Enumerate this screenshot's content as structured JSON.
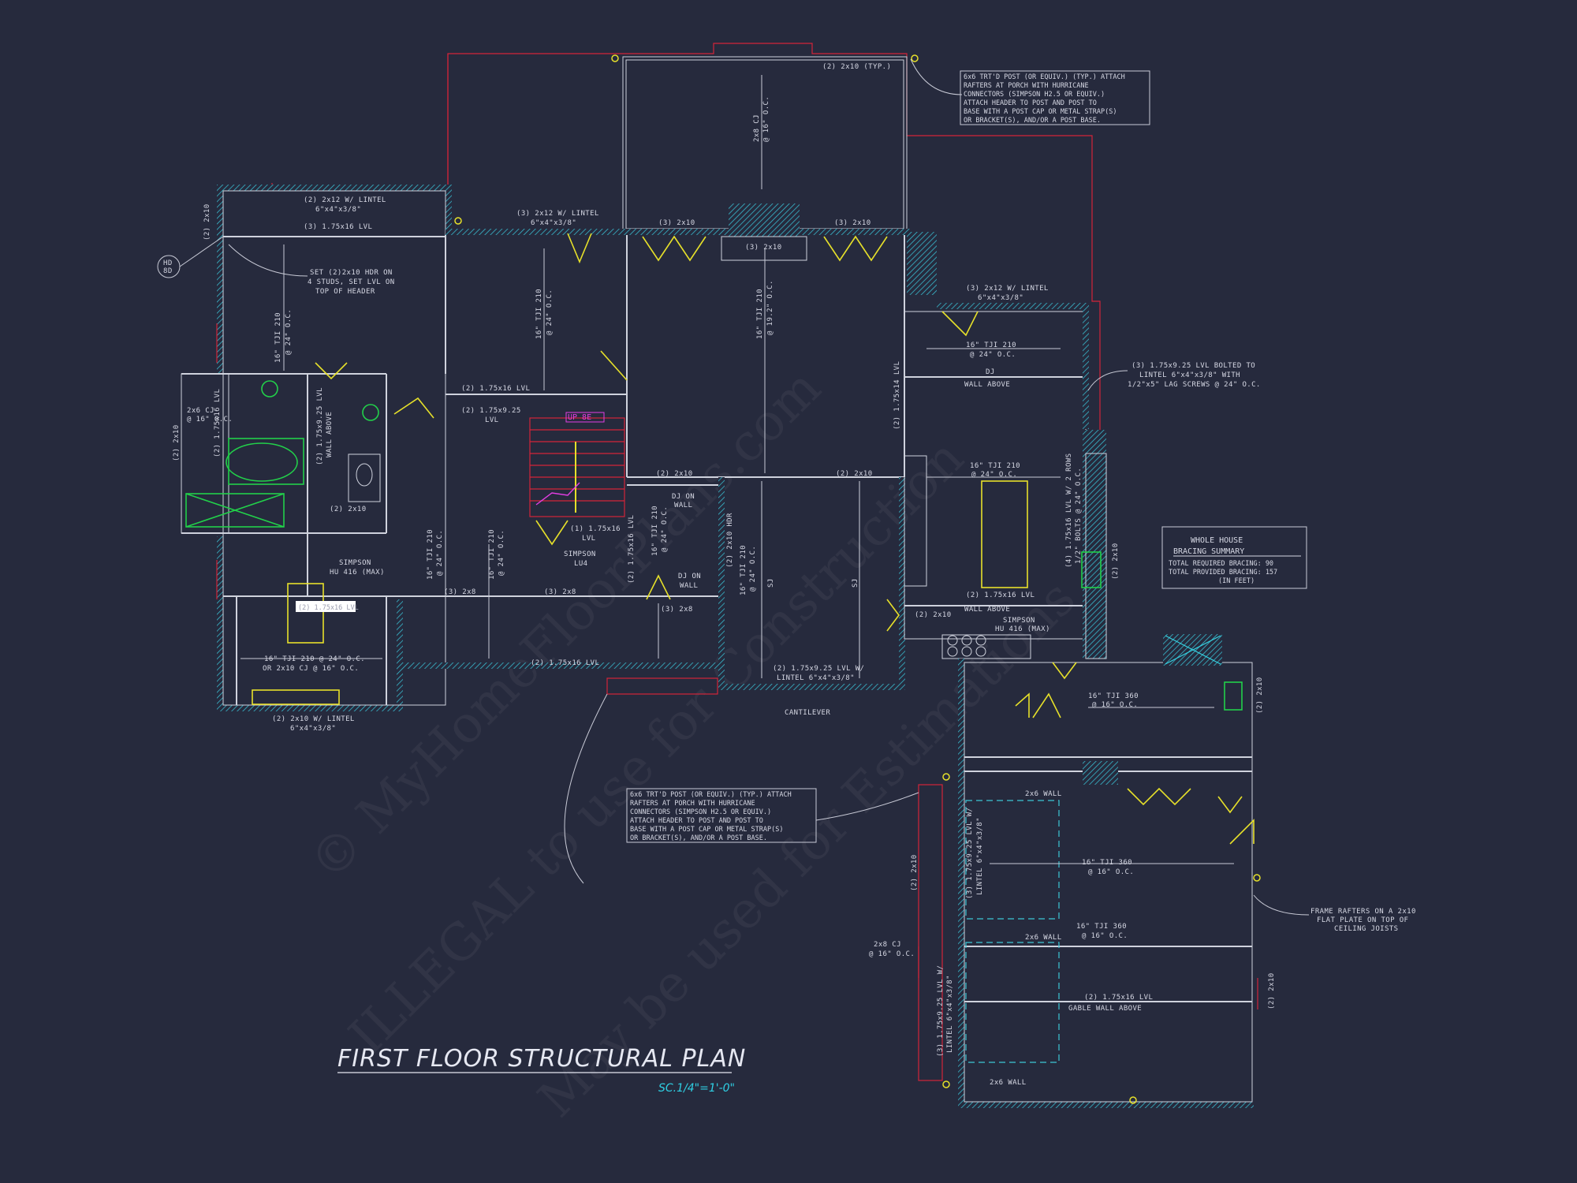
{
  "drawing": {
    "title": "FIRST FLOOR STRUCTURAL PLAN",
    "scale": "SC.1/4\"=1'-0\"",
    "watermark_lines": [
      "© MyHomeFloorPlans.com",
      "ILLEGAL to use for Construction",
      "May be used for Estimations"
    ]
  },
  "bracing_summary": {
    "heading_1": "WHOLE HOUSE",
    "heading_2": "BRACING SUMMARY",
    "line_1": "TOTAL REQUIRED BRACING: 90",
    "line_2": "TOTAL PROVIDED BRACING: 157",
    "line_3": "(IN FEET)"
  },
  "porch_note_top": [
    "6x6 TRT'D POST (OR EQUIV.) (TYP.) ATTACH",
    "RAFTERS AT PORCH WITH HURRICANE",
    "CONNECTORS (SIMPSON H2.5 OR EQUIV.)",
    "ATTACH HEADER TO POST AND POST TO",
    "BASE WITH A POST CAP OR METAL STRAP(S)",
    "OR BRACKET(S), AND/OR A POST BASE."
  ],
  "porch_note_bottom": [
    "6x6 TRT'D POST (OR EQUIV.) (TYP.) ATTACH",
    "RAFTERS AT PORCH WITH HURRICANE",
    "CONNECTORS (SIMPSON H2.5 OR EQUIV.)",
    "ATTACH HEADER TO POST AND POST TO",
    "BASE WITH A POST CAP OR METAL STRAP(S)",
    "OR BRACKET(S), AND/OR A POST BASE."
  ],
  "notes": {
    "frame_rafters": [
      "FRAME RAFTERS ON A 2x10",
      "FLAT PLATE ON TOP OF",
      "CEILING JOISTS"
    ],
    "lvl_bolted": [
      "(3) 1.75x9.25 LVL BOLTED TO",
      "LINTEL 6\"x4\"x3/8\" WITH",
      "1/2\"x5\" LAG SCREWS @ 24\" O.C."
    ],
    "set_hdr": [
      "SET (2)2x10 HDR ON",
      "4 STUDS, SET LVL ON",
      "TOP OF HEADER"
    ]
  },
  "labels": {
    "porch_2x10_typ": "(2) 2x10 (TYP.)",
    "porch_cj": "2x8 CJ",
    "porch_cj_oc": "@ 16\" O.C.",
    "l_2x12_lintel_a": "(2) 2x12 W/ LINTEL",
    "l_lintel_dims_a": "6\"x4\"x3/8\"",
    "l_3_175x16_top": "(3) 1.75x16 LVL",
    "l_3_2x12_lintel": "(3) 2x12 W/ LINTEL",
    "l_lintel_dims_b": "6\"x4\"x3/8\"",
    "l_3_2x10_a": "(3) 2x10",
    "l_3_2x10_b": "(3) 2x10",
    "l_3_2x10_c": "(3) 2x10",
    "l_3_2x12_lintel_r": "(3) 2x12 W/ LINTEL",
    "l_lintel_dims_c": "6\"x4\"x3/8\"",
    "l_2_2x10_left": "(2) 2x10",
    "hd": "HD",
    "hd2": "8D",
    "l_16tji_left": "16\" TJI 210",
    "l_16tji_left_oc": "@ 24\" O.C.",
    "l_16tji_mid": "16\" TJI 210",
    "l_16tji_mid_oc": "@ 24\" O.C.",
    "l_16tji_big": "16\" TJI 210",
    "l_16tji_big_oc": "@ 19.2\" O.C.",
    "l_16tji_r1": "16\" TJI 210",
    "l_16tji_r1_oc": "@ 24\" O.C.",
    "dj": "DJ",
    "wall_above_a": "WALL ABOVE",
    "l_16tji_r2": "16\" TJI 210",
    "l_16tji_r2_oc": "@ 24\" O.C.",
    "l_2_175x16_r": "(2) 1.75x16 LVL",
    "wall_above_b": "WALL ABOVE",
    "l_2_175x14_lvl": "(2) 1.75x14 LVL",
    "l_2_175x16_lvl_mid": "(2) 1.75x16 LVL",
    "l_2_175x9_lvl": "(2) 1.75x9.25",
    "lvl": "LVL",
    "l_2_175x9_wall": "(2) 1.75x9.25 LVL",
    "wall_above_c": "WALL ABOVE",
    "l_2x6_cj": "2x6 CJ",
    "l_2x6_cj_oc": "@ 16\" O.C.",
    "l_2_2x10_b": "(2) 2x10",
    "l_2_175x16_lvl_b": "(2) 1.75x16 LVL",
    "l_2_2x10_c": "(2) 2x10",
    "up": "UP 8E",
    "l_2_2x10_d": "(2) 2x10",
    "l_2_2x10_e": "(2) 2x10",
    "dj_on_wall": "DJ ON",
    "wall": "WALL",
    "l_1_175x16": "(1) 1.75x16",
    "lvl_b": "LVL",
    "simpson": "SIMPSON",
    "lu4": "LU4",
    "l_16tji_c": "16\" TJI 210",
    "l_16tji_c_oc": "@ 24\" O.C.",
    "l_16tji_d": "16\" TJI 210",
    "l_16tji_d_oc": "@ 24\" O.C.",
    "l_2_175x16_v": "(2) 1.75x16 LVL",
    "dj_on_wall_b": "DJ ON",
    "wall_b": "WALL",
    "l_2_2x10_hdr": "(2) 2x10 HDR",
    "l_16tji_e": "16\" TJI 210",
    "l_16tji_e_oc": "@ 24\" O.C.",
    "sj": "SJ",
    "sj2": "SJ",
    "simpson_hu416": "SIMPSON",
    "hu416": "HU 416 (MAX)",
    "l_175x16_lvl": "(2) 1.75x16 LVL",
    "l_3_2x8": "(3) 2x8",
    "l_3_2x8_b": "(3) 2x8",
    "l_3_2x8_c": "(3) 2x8",
    "l_16tji_f": "16\" TJI 210 @ 24\" O.C.",
    "l_16tji_f2": "OR 2x10 CJ @ 16\" O.C.",
    "l_2_175x16_bot": "(2) 1.75x16 LVL",
    "l_2_2x10_lintel_bot": "(2) 2x10 W/ LINTEL",
    "l_lintel_dims_d": "6\"x4\"x3/8\"",
    "l_2_175x925_lintel": "(2) 1.75x9.25 LVL W/",
    "l_lintel_dims_e": "LINTEL 6\"x4\"x3/8\"",
    "cantilever": "CANTILEVER",
    "l_2_2x10_f": "(2) 2x10",
    "simpson_b": "SIMPSON",
    "hu416_b": "HU 416 (MAX)",
    "l_4_175x16": "(4) 1.75x16 LVL W/ 2 ROWS",
    "l_4_175x16_b": "1/2\" BOLTS @ 24\" O.C.",
    "l_2_2x10_g": "(2) 2x10",
    "l_16tji_360": "16\" TJI 360",
    "l_16tji_360_oc": "@ 16\" O.C.",
    "l_2_2x10_h": "(2) 2x10",
    "l_2x6_wall": "2x6 WALL",
    "l_16tji_360_b": "16\" TJI 360",
    "l_16tji_360_b_oc": "@ 16\" O.C.",
    "l_16tji_360_c": "16\" TJI 360",
    "l_16tji_360_c_oc": "@ 16\" O.C.",
    "l_2x6_wall_b": "2x6 WALL",
    "l_2_175x16_lvl_g": "(2) 1.75x16 LVL",
    "gable_wall": "GABLE WALL ABOVE",
    "l_2_2x10_i": "(2) 2x10",
    "l_2_2x10_j": "(2) 2x10",
    "l_2x8_cj": "2x8 CJ",
    "l_2x8_cj_oc": "@ 16\" O.C.",
    "l_2x6_wall_c": "2x6 WALL",
    "l_3_175x925_lvl_w": "(3) 1.75x9.25 LVL W/",
    "l_3_lintel": "LINTEL 6\"x4\"x3/8\"",
    "l_3_175x925_lvl_w2": "(3) 1.75x9.25 LVL W/",
    "l_3_lintel2": "LINTEL 6\"x4\"x3/8\"",
    "l_2_175x16_tag": "(2) 1.75x16 LVL"
  },
  "colors": {
    "background": "#262a3d",
    "walls": "#cfd2dd",
    "hatch": "#38b8cc",
    "structure_red": "#d2243a",
    "doors_yellow": "#e6e02a",
    "fixtures_green": "#22d04a",
    "stair_red": "#d2243a",
    "up_magenta": "#e33ee3",
    "title": "#e6e8f2",
    "scale_cyan": "#2fd0e4"
  }
}
